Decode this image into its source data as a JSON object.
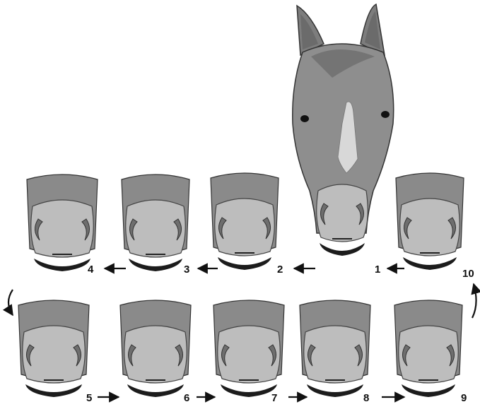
{
  "diagram": {
    "frames": [
      {
        "label": "1",
        "type": "full-head"
      },
      {
        "label": "2",
        "type": "muzzle"
      },
      {
        "label": "3",
        "type": "muzzle"
      },
      {
        "label": "4",
        "type": "muzzle"
      },
      {
        "label": "5",
        "type": "muzzle"
      },
      {
        "label": "6",
        "type": "muzzle"
      },
      {
        "label": "7",
        "type": "muzzle"
      },
      {
        "label": "8",
        "type": "muzzle"
      },
      {
        "label": "9",
        "type": "muzzle"
      },
      {
        "label": "10",
        "type": "muzzle"
      }
    ],
    "sequence_arrows": [
      {
        "from": "10",
        "to": "1",
        "direction": "left"
      },
      {
        "from": "1",
        "to": "2",
        "direction": "left"
      },
      {
        "from": "2",
        "to": "3",
        "direction": "left"
      },
      {
        "from": "3",
        "to": "4",
        "direction": "left"
      },
      {
        "from": "4",
        "to": "5",
        "direction": "curve-down"
      },
      {
        "from": "5",
        "to": "6",
        "direction": "right"
      },
      {
        "from": "6",
        "to": "7",
        "direction": "right"
      },
      {
        "from": "7",
        "to": "8",
        "direction": "right"
      },
      {
        "from": "8",
        "to": "9",
        "direction": "right"
      },
      {
        "from": "9",
        "to": "10",
        "direction": "curve-up"
      }
    ],
    "colors": {
      "skin": "#8a8a8a",
      "skin_dark": "#5f5f5f",
      "muzzle": "#bdbdbd",
      "nostril": "#6e6e6e",
      "mouth": "#1c1c1c",
      "blaze": "#d8d8d8",
      "arrow": "#111111"
    }
  }
}
